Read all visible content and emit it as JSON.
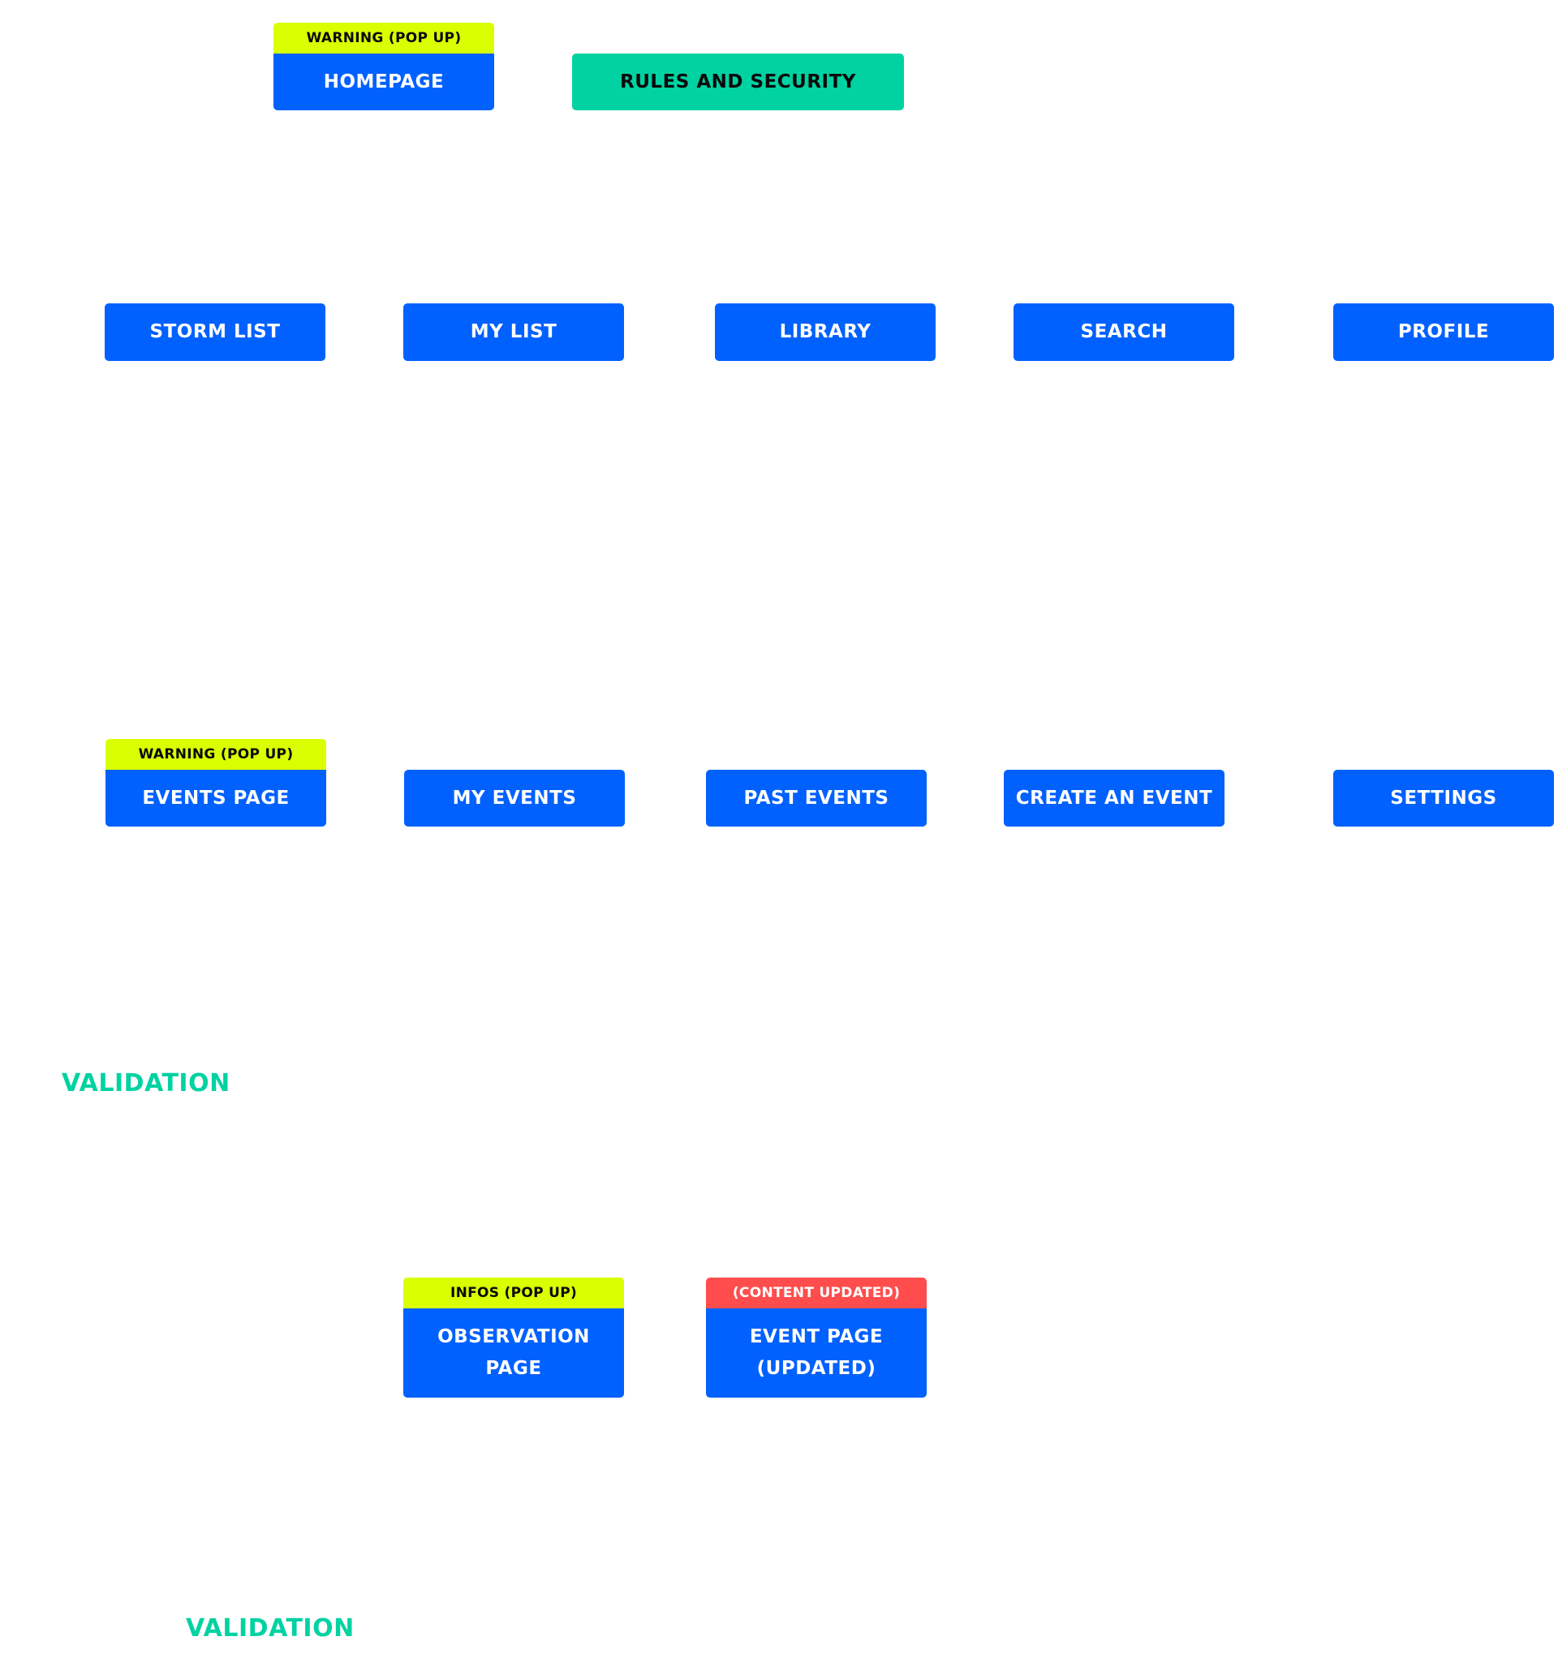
{
  "row1": {
    "homepage_tag": "WARNING (POP UP)",
    "homepage": "HOMEPAGE",
    "rules": "RULES AND SECURITY"
  },
  "row2": {
    "storm_list": "STORM LIST",
    "my_list": "MY LIST",
    "library": "LIBRARY",
    "search": "SEARCH",
    "profile": "PROFILE"
  },
  "row3": {
    "events_tag": "WARNING (POP UP)",
    "events_page": "EVENTS PAGE",
    "my_events": "MY EVENTS",
    "past_events": "PAST EVENTS",
    "create_event": "CREATE AN EVENT",
    "settings": "SETTINGS"
  },
  "validation_1": "VALIDATION",
  "row4": {
    "observation_tag": "INFOS (POP UP)",
    "observation_page": "OBSERVATION\nPAGE",
    "event_updated_tag": "(CONTENT UPDATED)",
    "event_updated": "EVENT PAGE\n(UPDATED)"
  },
  "validation_2": "VALIDATION",
  "colors": {
    "node_blue": "#0061fe",
    "rules_teal": "#00d2a2",
    "tag_yellow": "#d9ff00",
    "tag_red": "#ff4d4d",
    "validation_green": "#00d2a2"
  }
}
